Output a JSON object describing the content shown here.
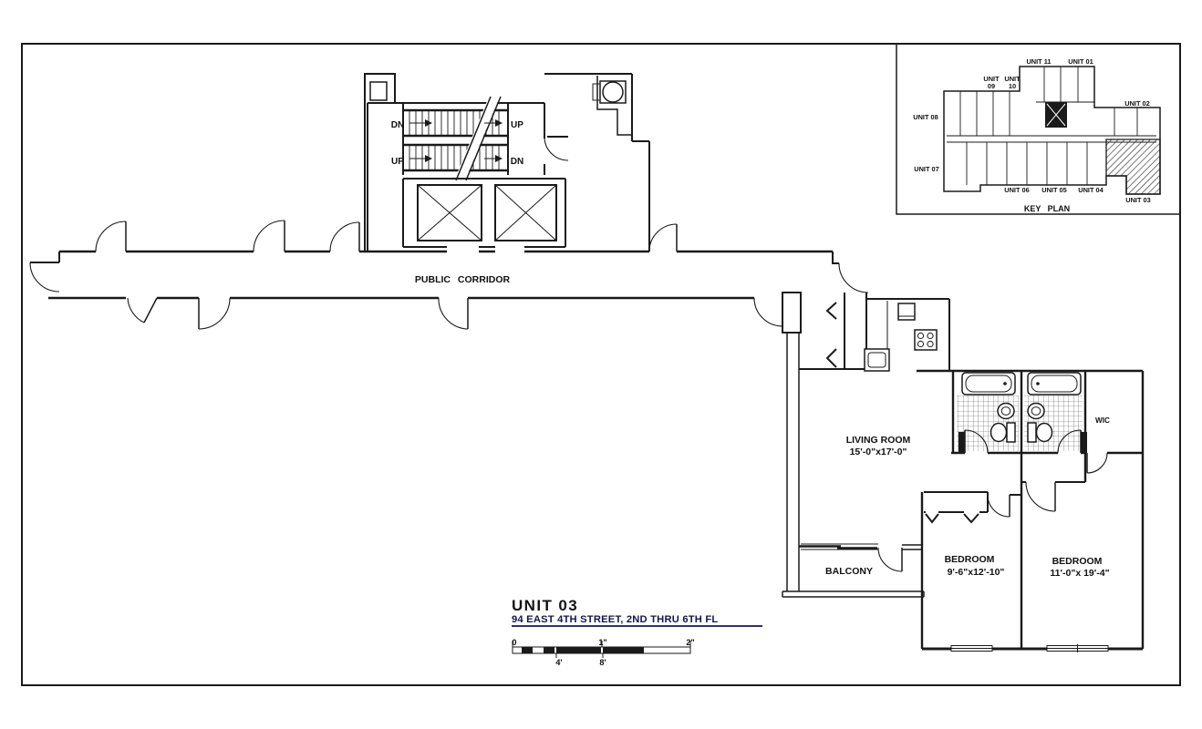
{
  "drawing": {
    "title": "UNIT 03",
    "subtitle": "94 EAST 4TH STREET, 2ND THRU 6TH FL"
  },
  "corridor": {
    "label": "PUBLIC CORRIDOR"
  },
  "stairs": {
    "top_left": "DN",
    "top_right": "UP",
    "bottom_left": "UP",
    "bottom_right": "DN"
  },
  "rooms": {
    "living_room": {
      "name": "LIVING ROOM",
      "dims": "15'-0\"x17'-0\""
    },
    "wic": {
      "name": "WIC"
    },
    "balcony": {
      "name": "BALCONY"
    },
    "bedroom_1": {
      "name": "BEDROOM",
      "dims": "9'-6\"x12'-10\""
    },
    "bedroom_2": {
      "name": "BEDROOM",
      "dims": "11'-0\"x 19'-4\""
    }
  },
  "scale_bar": {
    "zero": "0",
    "one_inch": "1\"",
    "two_inch": "2\"",
    "four_ft": "4'",
    "eight_ft": "8'"
  },
  "key_plan": {
    "title": "KEY PLAN",
    "unit_01": "UNIT 01",
    "unit_02": "UNIT 02",
    "unit_03": "UNIT 03",
    "unit_04": "UNIT 04",
    "unit_05": "UNIT 05",
    "unit_06": "UNIT 06",
    "unit_07": "UNIT 07",
    "unit_08": "UNIT 08",
    "unit_09a": "UNIT",
    "unit_09b": "09",
    "unit_10a": "UNIT",
    "unit_10b": "10",
    "unit_11": "UNIT 11"
  },
  "colors": {
    "line": "#1a1a1a",
    "address_text": "#15154d",
    "background": "#ffffff"
  }
}
